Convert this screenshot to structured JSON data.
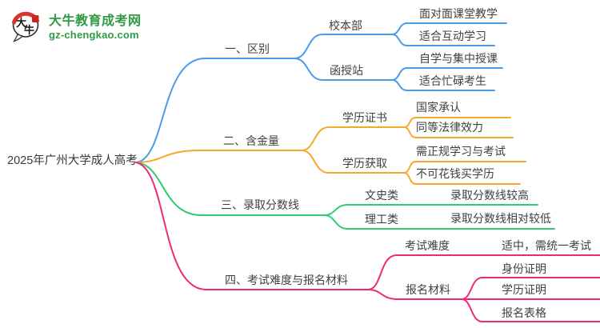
{
  "logo": {
    "icon_chars": [
      "大",
      "牛"
    ],
    "title": "大牛教育成考网",
    "domain": "gz-chengkao.com",
    "brand_color": "#2f9b44",
    "seal_color": "#c6271e"
  },
  "root": {
    "label": "2025年广州大学成人高考"
  },
  "branches": [
    {
      "label": "一、区别",
      "color": "#4a9be8",
      "children": [
        {
          "label": "校本部",
          "children": [
            {
              "label": "面对面课堂教学"
            },
            {
              "label": "适合互动学习"
            }
          ]
        },
        {
          "label": "函授站",
          "children": [
            {
              "label": "自学与集中授课"
            },
            {
              "label": "适合忙碌考生"
            }
          ]
        }
      ]
    },
    {
      "label": "二、含金量",
      "color": "#f6a82c",
      "children": [
        {
          "label": "学历证书",
          "children": [
            {
              "label": "国家承认"
            },
            {
              "label": "同等法律效力"
            }
          ]
        },
        {
          "label": "学历获取",
          "children": [
            {
              "label": "需正规学习与考试"
            },
            {
              "label": "不可花钱买学历"
            }
          ]
        }
      ]
    },
    {
      "label": "三、录取分数线",
      "color": "#2fcb72",
      "children": [
        {
          "label": "文史类",
          "children": [
            {
              "label": "录取分数线较高"
            }
          ]
        },
        {
          "label": "理工类",
          "children": [
            {
              "label": "录取分数线相对较低"
            }
          ]
        }
      ]
    },
    {
      "label": "四、考试难度与报名材料",
      "color": "#f02878",
      "children": [
        {
          "label": "考试难度",
          "children": [
            {
              "label": "适中，需统一考试"
            }
          ]
        },
        {
          "label": "报名材料",
          "children": [
            {
              "label": "身份证明"
            },
            {
              "label": "学历证明"
            },
            {
              "label": "报名表格"
            }
          ]
        }
      ]
    }
  ]
}
